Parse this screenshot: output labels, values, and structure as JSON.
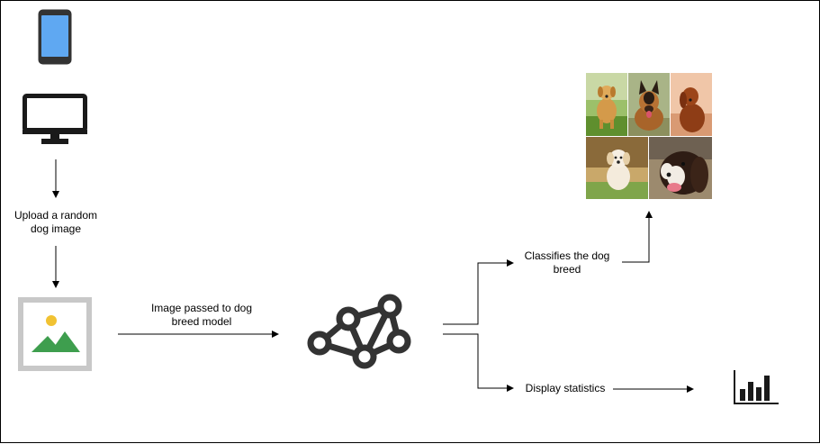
{
  "labels": {
    "upload": "Upload a random dog image",
    "passed": "Image passed to dog breed model",
    "classifies": "Classifies the dog breed",
    "statistics": "Display statistics"
  },
  "icons": {
    "phone": "phone-icon",
    "monitor": "monitor-icon",
    "image": "image-placeholder-icon",
    "model": "neural-network-icon",
    "collage": "dog-photo-collage",
    "chart": "bar-chart-icon"
  },
  "colors": {
    "phone_screen": "#5fa8f2",
    "image_sun": "#f1c232",
    "image_mountain": "#3e9e4e",
    "image_frame": "#c8c8c8",
    "network": "#333333"
  }
}
